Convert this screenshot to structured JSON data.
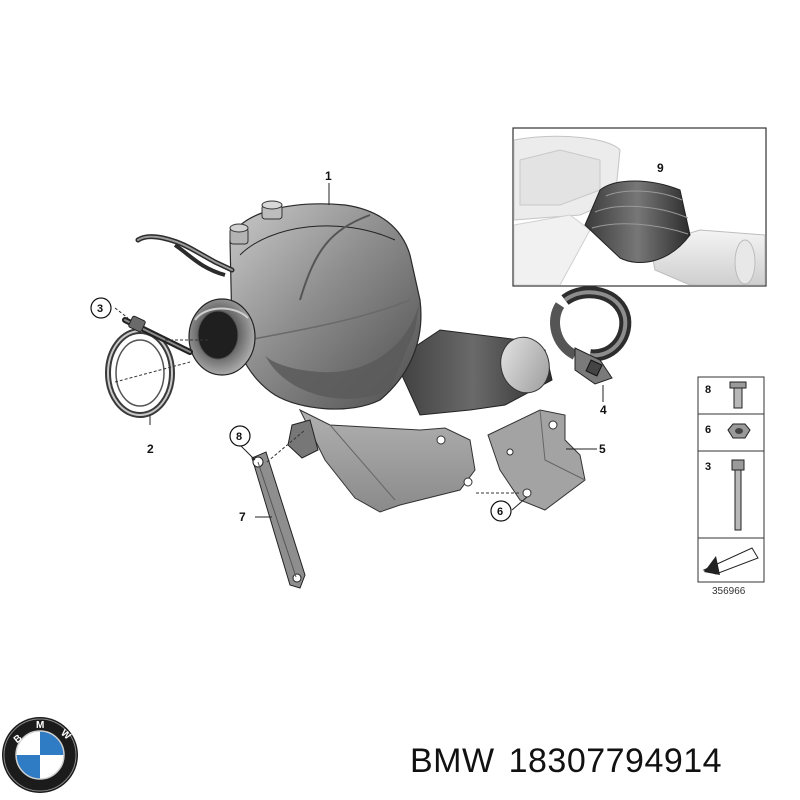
{
  "parts": [
    {
      "num": "1",
      "name": "diesel-particulate-filter"
    },
    {
      "num": "2",
      "name": "v-band-clamp"
    },
    {
      "num": "3",
      "name": "clamp-screw"
    },
    {
      "num": "4",
      "name": "pipe-clamp"
    },
    {
      "num": "5",
      "name": "support-bracket"
    },
    {
      "num": "6",
      "name": "hex-nut"
    },
    {
      "num": "7",
      "name": "support-strut"
    },
    {
      "num": "8",
      "name": "flange-bolt"
    },
    {
      "num": "9",
      "name": "exhaust-pipe-connection"
    }
  ],
  "legend": {
    "items": [
      {
        "num": "8",
        "icon": "bolt-icon"
      },
      {
        "num": "6",
        "icon": "hex-nut-icon"
      },
      {
        "num": "3",
        "icon": "screw-icon"
      }
    ]
  },
  "drawing_number": "356966",
  "caption": {
    "brand": "BMW",
    "part_number": "18307794914"
  },
  "logo": {
    "name": "bmw-roundel",
    "lettering": "BMW",
    "colors": {
      "ring": "#1b1b1b",
      "blue": "#2f7bc4",
      "white": "#ffffff"
    }
  }
}
